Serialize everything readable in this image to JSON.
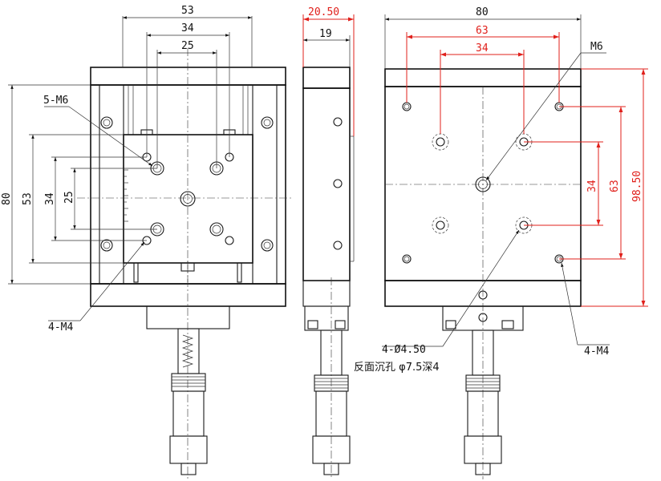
{
  "colors": {
    "line": "#1a1a1a",
    "red_dimension": "#e0201b",
    "background": "#ffffff"
  },
  "front_view": {
    "dim_top_outer": "53",
    "dim_top_mid": "34",
    "dim_top_inner": "25",
    "dim_left_outer": "80",
    "dim_left_mid": "53",
    "dim_left_inner": "34",
    "dim_left_small": "25",
    "label_m6": "5-M6",
    "label_m4": "4-M4"
  },
  "side_view": {
    "dim_red": "20.50",
    "dim_width": "19"
  },
  "top_view": {
    "dim_top_width": "80",
    "dim_red_outer": "63",
    "dim_red_inner": "34",
    "dim_right_34": "34",
    "dim_right_63": "63",
    "dim_right_98": "98.50",
    "label_m6": "M6",
    "label_m4": "4-M4",
    "label_hole": "4-Ø4.50",
    "label_counterbore": "反面沉孔 φ7.5深4"
  }
}
